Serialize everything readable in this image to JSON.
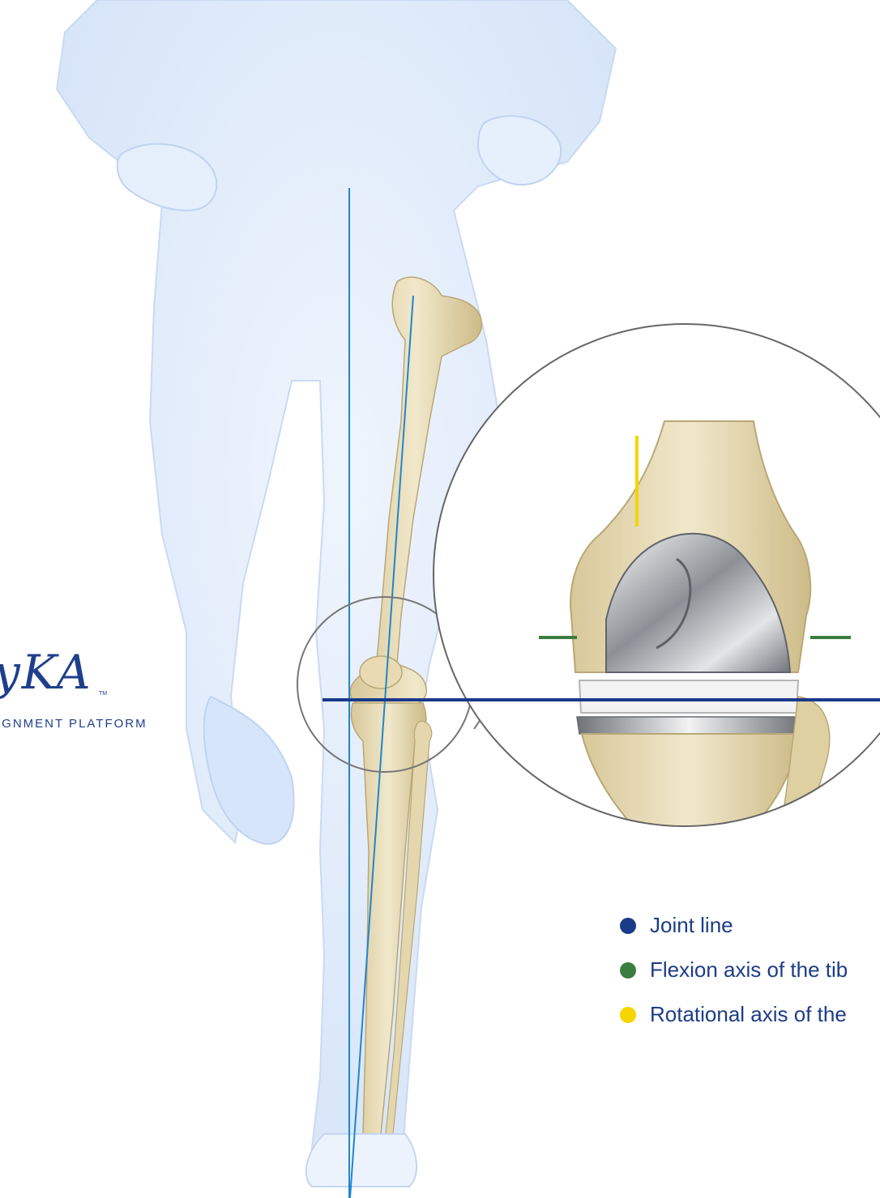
{
  "logo": {
    "wordmark": "yKA",
    "trademark": "TM",
    "subtitle": "IGNMENT PLATFORM"
  },
  "legend": [
    {
      "label": "Joint line",
      "color": "#1a3a8a",
      "icon": "dot"
    },
    {
      "label": "Flexion axis of the tib",
      "color": "#3a7d3f",
      "icon": "dot"
    },
    {
      "label": "Rotational axis of the",
      "color": "#f5d400",
      "icon": "dot"
    }
  ],
  "colors": {
    "body_silhouette": "#dbe8fb",
    "bone": "#e9dfbd",
    "mechanical_axis": "#1f86cf",
    "zoom_outline": "#666666",
    "implant_metal": "#b9bcc0",
    "polyethylene_insert": "#f2f2f2"
  }
}
